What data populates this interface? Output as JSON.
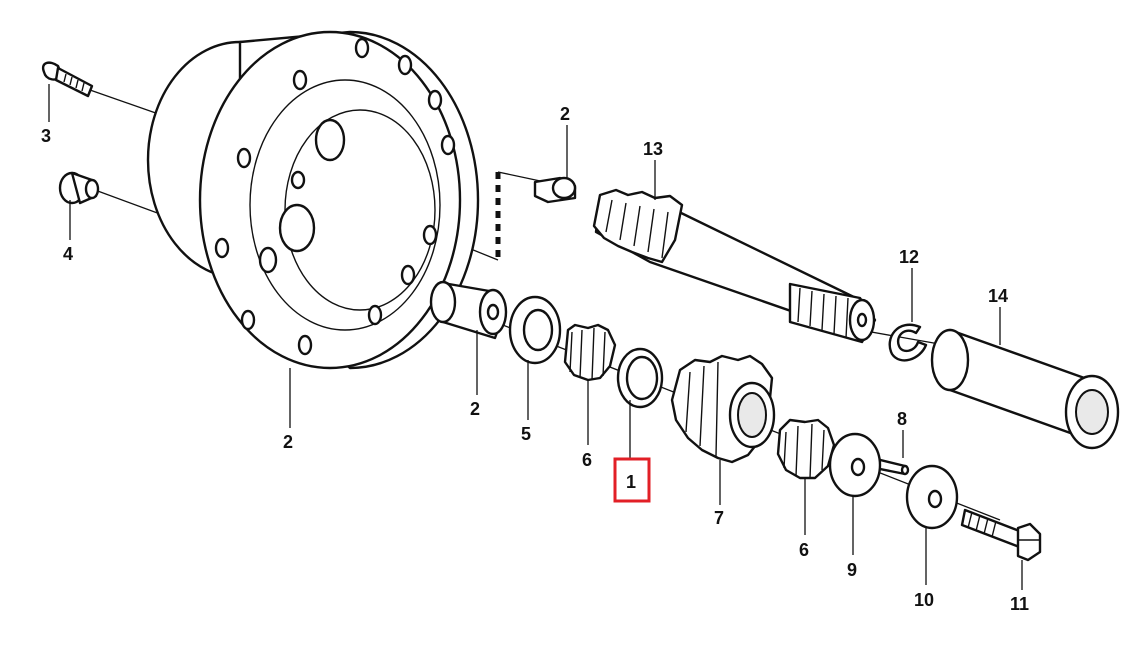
{
  "diagram": {
    "type": "exploded-parts-view",
    "labels": {
      "screw": "3",
      "plug": "4",
      "housing": "2",
      "stub_shaft": "2",
      "bushing": "2",
      "washer_5": "5",
      "gear_small_left": "6",
      "ring_1": "1",
      "gear_large": "7",
      "gear_small_right": "6",
      "pin": "8",
      "washer_9": "9",
      "washer_10": "10",
      "bolt": "11",
      "circlip": "12",
      "pinion_shaft": "13",
      "sleeve": "14"
    },
    "highlight": {
      "part": "ring_1",
      "color": "#e21f26"
    },
    "colors": {
      "line": "#111111",
      "fill": "#ffffff",
      "shade": "#e9e9e9"
    }
  }
}
